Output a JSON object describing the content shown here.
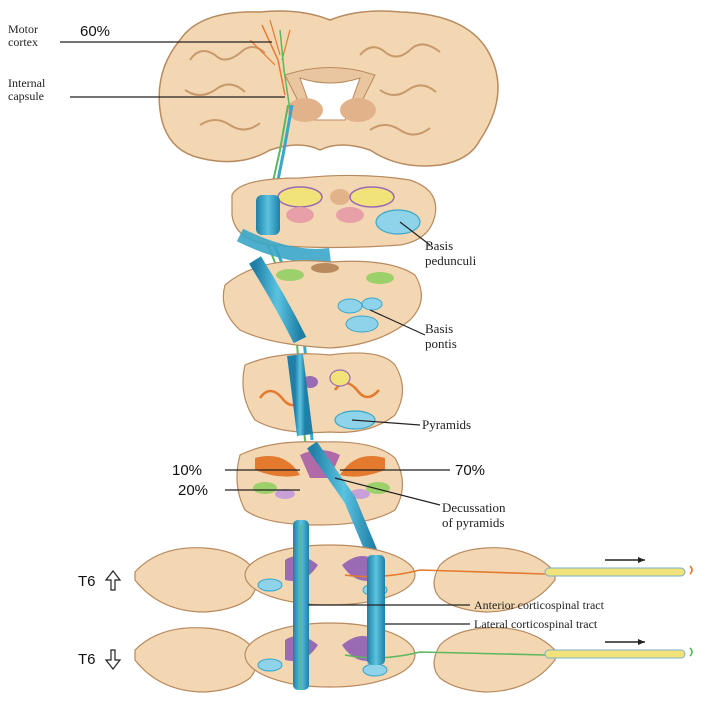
{
  "labels": {
    "motor_cortex": [
      "Motor",
      "cortex"
    ],
    "internal_capsule": [
      "Internal",
      "capsule"
    ],
    "basis_pedunculi": [
      "Basis",
      "pedunculi"
    ],
    "basis_pontis": [
      "Basis",
      "pontis"
    ],
    "pyramids": "Pyramids",
    "decussation": [
      "Decussation",
      "of pyramids"
    ],
    "anterior_tract": "Anterior corticospinal tract",
    "lateral_tract": "Lateral corticospinal tract"
  },
  "percentages": {
    "motor_cortex": "60%",
    "left_top": "10%",
    "left_bottom": "20%",
    "right": "70%"
  },
  "levels": {
    "upper": "T6",
    "lower": "T6"
  },
  "colors": {
    "tissue": "#f3d7b3",
    "tissue_edge": "#b88a5e",
    "tract_blue": "#3aa6c8",
    "tract_green": "#5cb85c",
    "fiber_orange": "#e37a2e",
    "yellow": "#f2e27a",
    "pink": "#e8a0a8",
    "purple": "#9a6bb4"
  }
}
